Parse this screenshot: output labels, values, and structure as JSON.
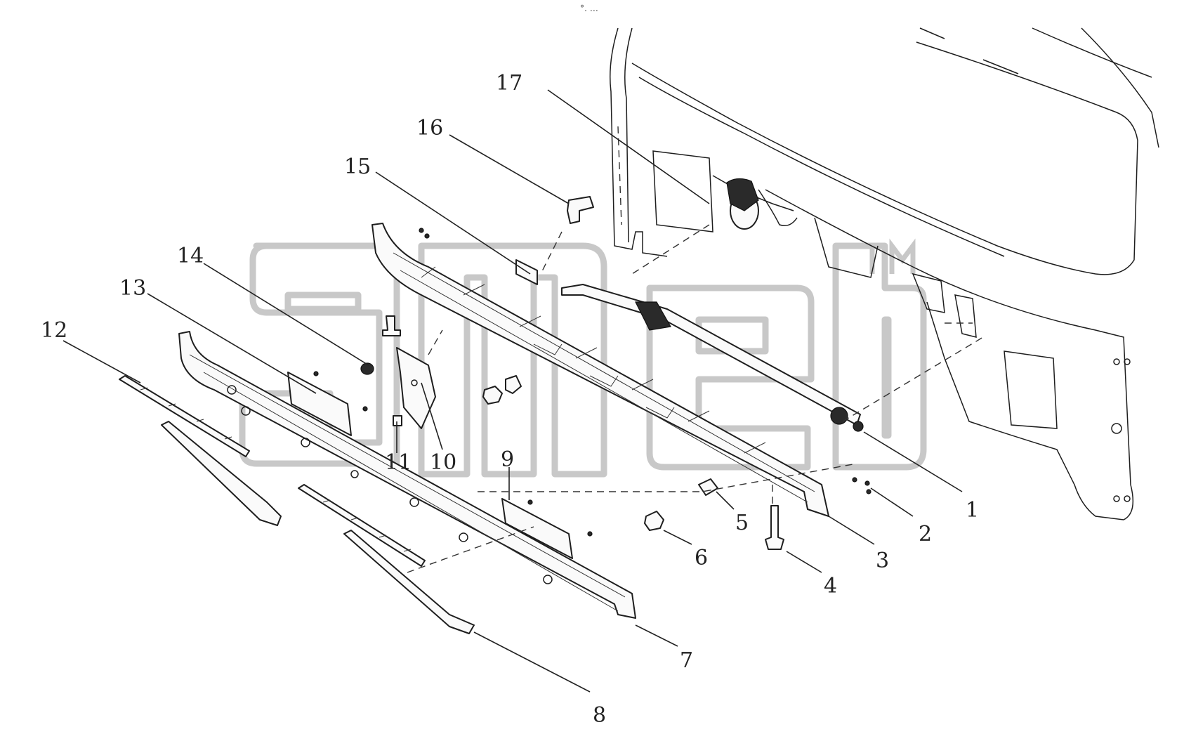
{
  "diagram": {
    "top_mark": "°․ ․․․",
    "watermark_text": "gmeb",
    "watermark_tm": "TM",
    "callouts": [
      {
        "id": "c1",
        "text": "1"
      },
      {
        "id": "c2",
        "text": "2"
      },
      {
        "id": "c3",
        "text": "3"
      },
      {
        "id": "c4",
        "text": "4"
      },
      {
        "id": "c5",
        "text": "5"
      },
      {
        "id": "c6",
        "text": "6"
      },
      {
        "id": "c7",
        "text": "7"
      },
      {
        "id": "c8",
        "text": "8"
      },
      {
        "id": "c9",
        "text": "9"
      },
      {
        "id": "c10",
        "text": "10"
      },
      {
        "id": "c11",
        "text": "11"
      },
      {
        "id": "c12",
        "text": "12"
      },
      {
        "id": "c13",
        "text": "13"
      },
      {
        "id": "c14",
        "text": "14"
      },
      {
        "id": "c15",
        "text": "15"
      },
      {
        "id": "c16",
        "text": "16"
      },
      {
        "id": "c17",
        "text": "17"
      }
    ]
  }
}
